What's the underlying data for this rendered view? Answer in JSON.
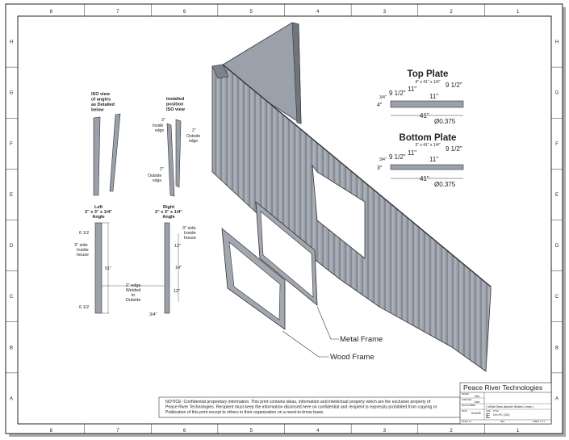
{
  "border": {
    "columns": [
      "8",
      "7",
      "6",
      "5",
      "4",
      "3",
      "2",
      "1"
    ],
    "rows": [
      "H",
      "G",
      "F",
      "E",
      "D",
      "C",
      "B",
      "A"
    ]
  },
  "angles": {
    "iso_caption": [
      "ISO view",
      "of angles",
      "as Detailed",
      "below"
    ],
    "installed_caption": [
      "Installed",
      "position",
      "ISO view"
    ],
    "installed_labels": {
      "three": "3\"",
      "inside": [
        "Inside",
        "edge"
      ],
      "two_top": "2\"",
      "outside_top": [
        "Outside",
        "edge"
      ],
      "two_bottom": "2\"",
      "outside_bottom": [
        "Outside",
        "edge"
      ]
    },
    "left": {
      "title": [
        "Left",
        "2\" x 3\" x 1/4\"",
        "Angle"
      ],
      "dim_top": "6 1/2",
      "side_label": [
        "3\" side",
        "Inside",
        "house"
      ],
      "length": "51\"",
      "dim_bottom": "6 1/2"
    },
    "right": {
      "title": [
        "Right",
        "2\" x 3\" x 1/4\"",
        "Angle"
      ],
      "side_label": [
        "3\" side",
        "Inside",
        "house"
      ],
      "dims": [
        "12\"",
        "14\"",
        "12\""
      ],
      "thickness": "3/4\""
    },
    "weld_note": [
      "2\" edge",
      "Welded",
      "to",
      "Outside"
    ]
  },
  "top_plate": {
    "title": "Top Plate",
    "size": "4\" x 41\" x 1/4\"",
    "offset": "3/4\"",
    "width": "4\"",
    "edge_left": "9 1/2\"",
    "edge_right": "9 1/2\"",
    "spacing1": "11\"",
    "spacing2": "11\"",
    "length": "41\"",
    "hole": "Ø0.375"
  },
  "bottom_plate": {
    "title": "Bottom Plate",
    "size": "3\" x 41\" x 1/4\"",
    "offset": "3/4\"",
    "width": "3\"",
    "edge_left": "9 1/2\"",
    "edge_right": "9 1/2\"",
    "spacing1": "11\"",
    "spacing2": "11\"",
    "length": "41\"",
    "hole": "Ø0.375"
  },
  "callouts": {
    "metal_frame": "Metal Frame",
    "wood_frame": "Wood Frame"
  },
  "notice": [
    "NOTICE: Confidential proprietary information. This print contains ideas, information and intellectual property which are the exclusive property of",
    "Peace River Technologies. Recipient must keep the information disclosed here on confidential and recipient is expressly prohibited from copying or",
    "Publication of this print except to others in their organization on a need-to-know basis."
  ],
  "title_block": {
    "company": "Peace River Technologies",
    "drawn_label": "DRAWN",
    "drawn": "Dan",
    "checked_label": "CHECKED",
    "checked": "Dan",
    "doc_label": "DOC NUMBER",
    "date_label": "DATE",
    "date": "5/16/06",
    "note": "( White lines denote Hidden Lines )",
    "size_label": "SIZE",
    "size": "E",
    "title_label": "TITLE",
    "title": "DH-PC (2D)",
    "scale_label": "SCALE 1:1",
    "rev_label": "REV",
    "sheet_label": "SHEET 1 of 1"
  },
  "colors": {
    "panel": "#9aa0aa",
    "panel_dark": "#6d737c",
    "line": "#333333"
  }
}
